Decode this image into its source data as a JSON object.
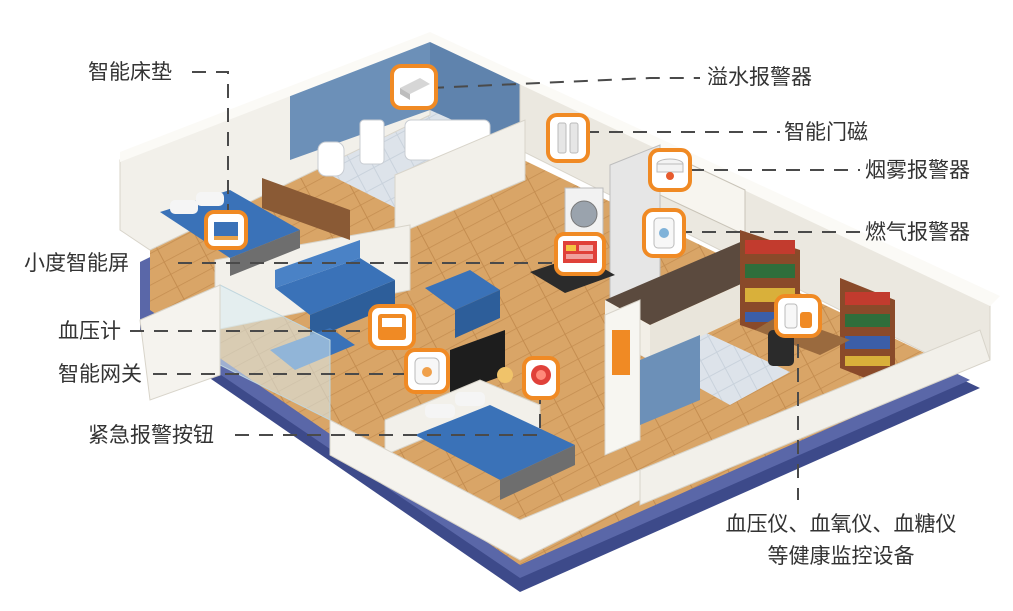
{
  "labels": {
    "smart_mattress": "智能床垫",
    "xiaodu_screen": "小度智能屏",
    "blood_pressure_meter": "血压计",
    "smart_gateway": "智能网关",
    "emergency_button": "紧急报警按钮",
    "water_leak_alarm": "溢水报警器",
    "door_sensor": "智能门磁",
    "smoke_alarm": "烟雾报警器",
    "gas_alarm": "燃气报警器",
    "health_devices_line1": "血压仪、血氧仪、血糖仪",
    "health_devices_line2": "等健康监控设备"
  },
  "icons": {
    "mattress": "mattress-icon",
    "screen": "smart-screen-icon",
    "bp": "blood-pressure-icon",
    "gateway": "gateway-icon",
    "sos": "sos-button-icon",
    "water": "water-leak-icon",
    "door": "door-sensor-icon",
    "smoke": "smoke-detector-icon",
    "gas": "gas-detector-icon",
    "health": "health-monitor-icon"
  },
  "colors": {
    "accent": "#f08a24",
    "floor": "#d9a567",
    "wall": "#f2f0ea",
    "base": "#3d4a8a",
    "furniture_blue": "#3a72b8"
  }
}
